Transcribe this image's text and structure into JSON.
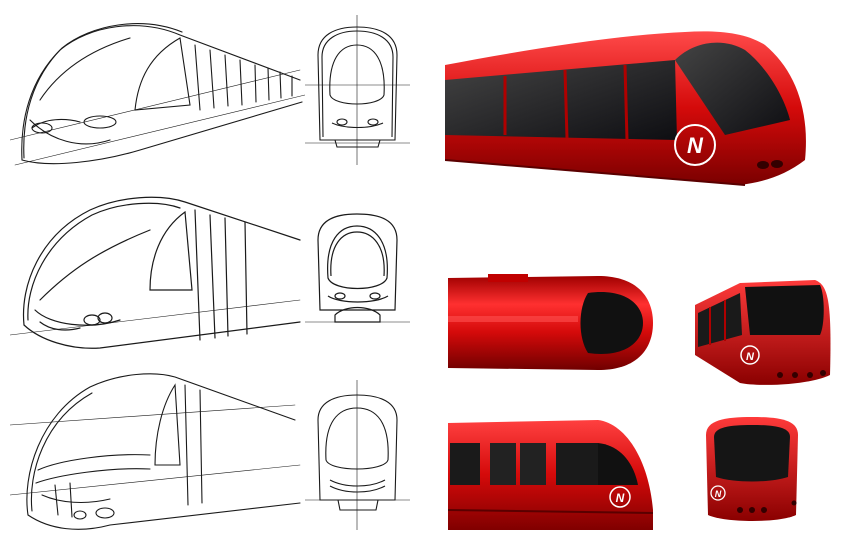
{
  "sheet": {
    "logo_letter": "N",
    "colors": {
      "body_red": "#d40a0a",
      "body_dark_red": "#8a0000",
      "highlight_red": "#ff5a5a",
      "glass": "#1b1b1f",
      "ink": "#1a1a1a",
      "paper": "#ffffff"
    },
    "panels": [
      {
        "name": "sketch-perspective-1",
        "kind": "sketch"
      },
      {
        "name": "sketch-front-1",
        "kind": "sketch"
      },
      {
        "name": "sketch-perspective-2",
        "kind": "sketch"
      },
      {
        "name": "sketch-front-2",
        "kind": "sketch"
      },
      {
        "name": "sketch-perspective-3",
        "kind": "sketch"
      },
      {
        "name": "sketch-front-3",
        "kind": "sketch"
      },
      {
        "name": "render-perspective",
        "kind": "render"
      },
      {
        "name": "render-top",
        "kind": "render"
      },
      {
        "name": "render-three-quarter",
        "kind": "render"
      },
      {
        "name": "render-side",
        "kind": "render"
      },
      {
        "name": "render-front",
        "kind": "render"
      }
    ]
  }
}
